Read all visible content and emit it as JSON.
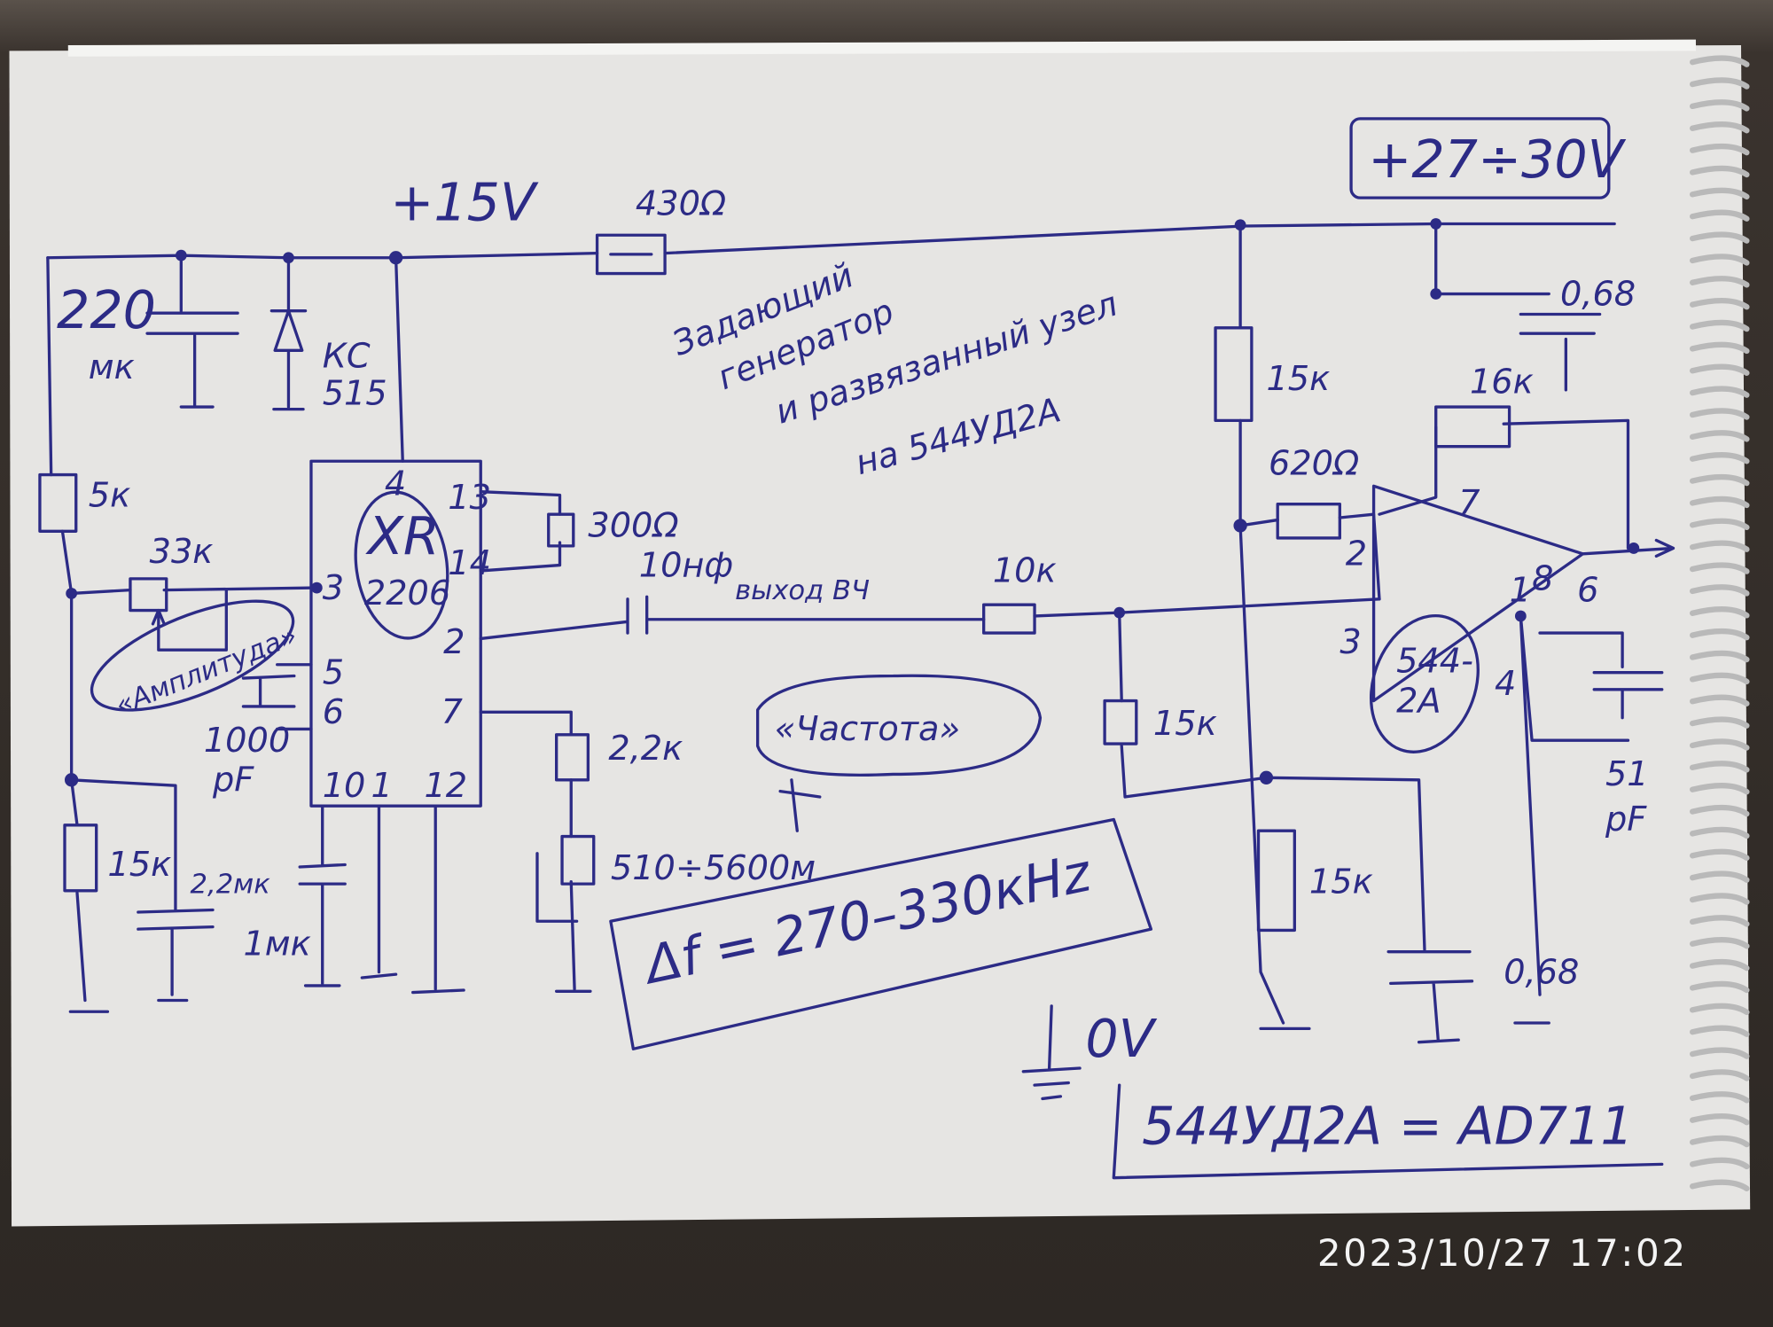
{
  "title_note": [
    "Задающий",
    "генератор",
    "и развязанный узел",
    "на 544УД2А"
  ],
  "supply": {
    "main": "+15V",
    "high": "+27÷30V",
    "ground": "0V"
  },
  "chips": {
    "generator": {
      "name_line1": "XR",
      "name_line2": "2206",
      "pins": {
        "p4": "4",
        "p13": "13",
        "p14": "14",
        "p3": "3",
        "p2": "2",
        "p5": "5",
        "p6": "6",
        "p7": "7",
        "p10": "10",
        "p1": "1",
        "p12": "12"
      }
    },
    "opamp": {
      "name_line1": "544-",
      "name_line2": "2A",
      "pins": {
        "p7": "7",
        "p2": "2",
        "p3": "3",
        "p4": "4",
        "p6": "6",
        "p1": "1",
        "p8": "8"
      }
    }
  },
  "components": {
    "r430": "430Ω",
    "c220_line1": "220",
    "c220_line2": "мк",
    "zener_line1": "КС",
    "zener_line2": "515",
    "r5k": "5к",
    "pot33k": "33к",
    "amplitude_label": "«Амплитуда»",
    "c1000_line1": "1000",
    "c1000_line2": "pF",
    "r15k_left": "15к",
    "c22mk": "2,2мк",
    "c1mk": "1мк",
    "r300": "300Ω",
    "c10nf": "10нф",
    "output_label": "выход ВЧ",
    "r10k": "10к",
    "r22k": "2,2к",
    "frequency_label": "«Частота»",
    "pot_range": "510÷5600м",
    "r15k_top": "15к",
    "c068_top": "0,68",
    "r16k": "16к",
    "r620": "620Ω",
    "r15k_mid": "15к",
    "r15k_bottom": "15к",
    "c068_bottom": "0,68",
    "c51_line1": "51",
    "c51_line2": "pF"
  },
  "notes": {
    "delta_f": "Δf = 270–330кHz",
    "equivalent": "544УД2А = AD711"
  },
  "timestamp": "2023/10/27  17:02",
  "colors": {
    "ink": "#2c2b86",
    "paper": "#e9e8e6",
    "background": "#2d2824"
  }
}
